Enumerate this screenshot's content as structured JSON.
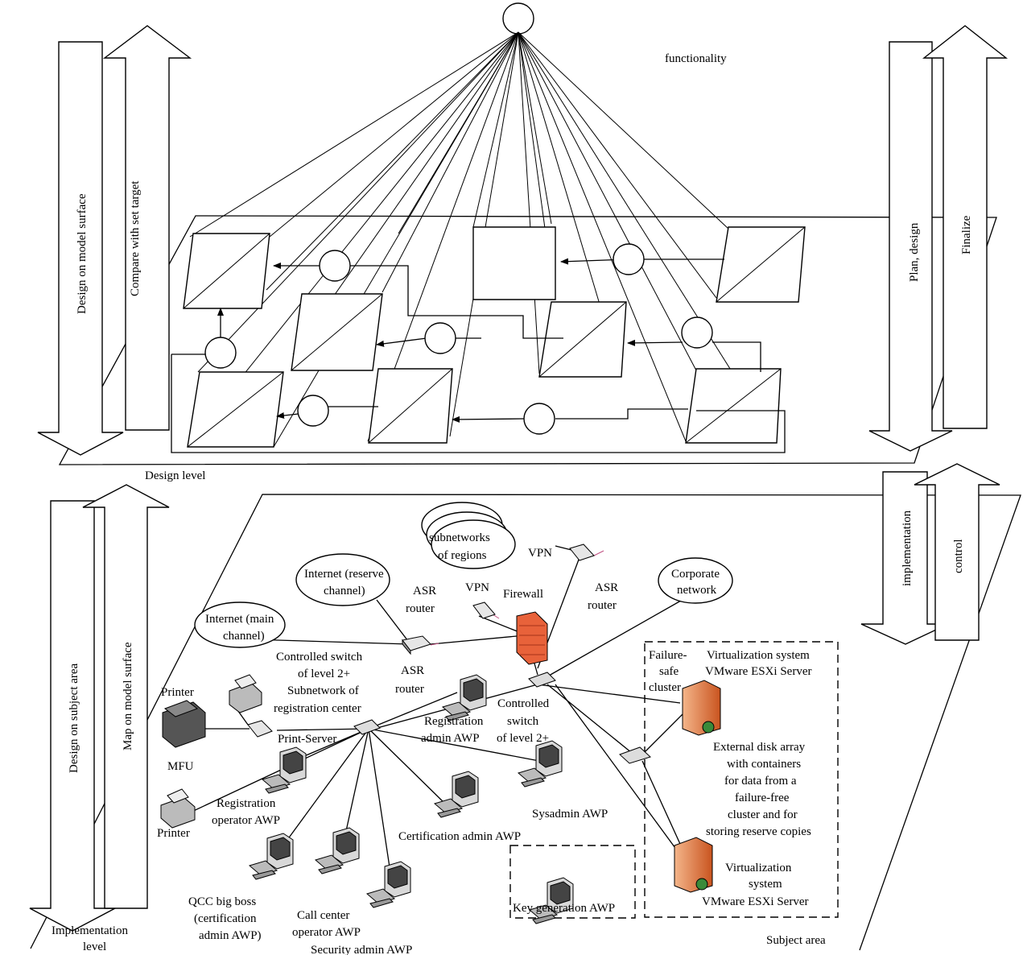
{
  "top": {
    "functionality": "functionality",
    "design_level": "Design level",
    "arrow_design_model": "Design on model surface",
    "arrow_compare": "Compare with set target",
    "arrow_plan": "Plan, design",
    "arrow_finalize": "Finalize"
  },
  "bottom": {
    "arrow_design_subject": "Design on subject area",
    "arrow_map_model": "Map on model surface",
    "arrow_implementation": "implementation",
    "arrow_control": "control",
    "implementation_level_1": "Implementation",
    "implementation_level_2": "level",
    "subject_area": "Subject area"
  },
  "network": {
    "cloud_regions_1": "subnetworks",
    "cloud_regions_2": "of regions",
    "vpn_1": "VPN",
    "vpn_2": "VPN",
    "cloud_reserve_1": "Internet (reserve",
    "cloud_reserve_2": "channel)",
    "asr_router_a_1": "ASR",
    "asr_router_a_2": "router",
    "firewall": "Firewall",
    "asr_router_b_1": "ASR",
    "asr_router_b_2": "router",
    "cloud_corporate_1": "Corporate",
    "cloud_corporate_2": "network",
    "cloud_main_1": "Internet (main",
    "cloud_main_2": "channel)",
    "switch_registration_1": "Controlled switch",
    "switch_registration_2": "of level 2+",
    "switch_registration_3": "Subnetwork of",
    "switch_registration_4": "registration center",
    "asr_router_c_1": "ASR",
    "asr_router_c_2": "router",
    "printer_1": "Printer",
    "mfu": "MFU",
    "print_server": "Print-Server",
    "registration_admin_1": "Registration",
    "registration_admin_2": "admin AWP",
    "controlled_switch_1": "Controlled",
    "controlled_switch_2": "switch",
    "controlled_switch_3": "of level 2+",
    "failure_safe_1": "Failure-",
    "failure_safe_2": "safe",
    "failure_safe_3": "cluster",
    "virt_top_1": "Virtualization system",
    "virt_top_2": "VMware ESXi Server",
    "disk_1": "External disk array",
    "disk_2": "with containers",
    "disk_3": "for data from a",
    "disk_4": "failure-free",
    "disk_5": "cluster and for",
    "disk_6": "storing reserve copies",
    "registration_operator_1": "Registration",
    "registration_operator_2": "operator AWP",
    "printer_2": "Printer",
    "sysadmin": "Sysadmin AWP",
    "certification_admin": "Certification admin AWP",
    "qcc_1": "QCC big boss",
    "qcc_2": "(certification",
    "qcc_3": "admin AWP)",
    "call_center_1": "Call center",
    "call_center_2": "operator AWP",
    "security_admin": "Security admin AWP",
    "key_generation": "Key generation AWP",
    "virt_bottom_1": "Virtualization",
    "virt_bottom_2": "system",
    "virt_bottom_3": "VMware ESXi Server"
  },
  "colors": {
    "firewall": "#e8623a",
    "server": "#e07a3c",
    "line": "#000000"
  }
}
